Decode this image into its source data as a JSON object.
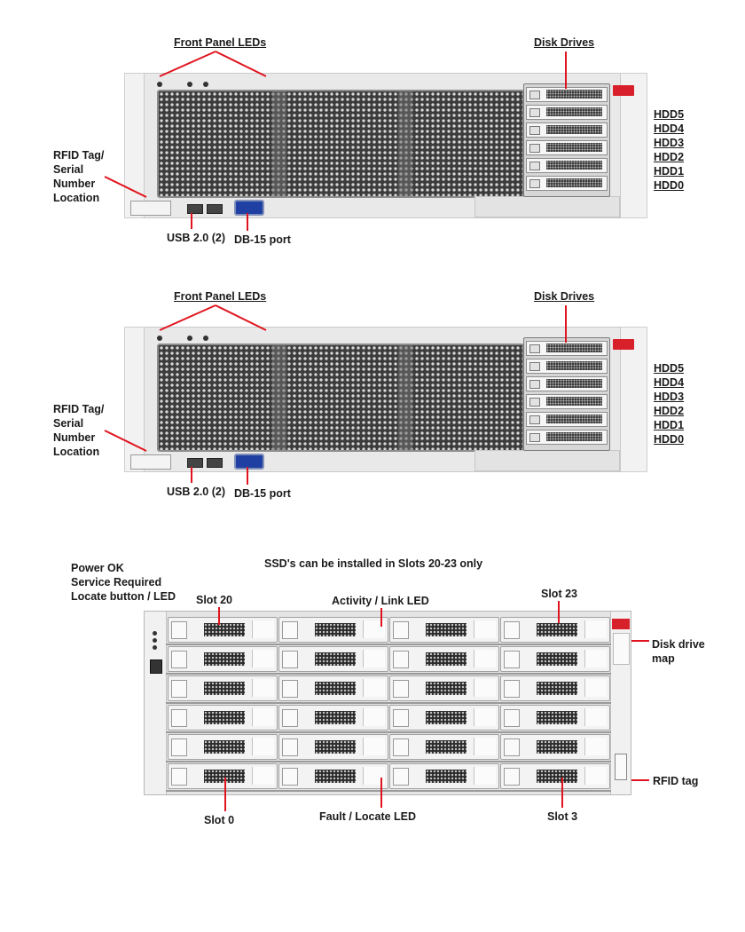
{
  "top_diagram": {
    "front_panel_leds": "Front Panel LEDs",
    "disk_drives": "Disk Drives",
    "hdd_labels": [
      "HDD5",
      "HDD4",
      "HDD3",
      "HDD2",
      "HDD1",
      "HDD0"
    ],
    "rfid_lines": [
      "RFID Tag/",
      "Serial",
      "Number",
      "Location"
    ],
    "usb_label": "USB 2.0 (2)",
    "db15_label": "DB-15 port"
  },
  "middle_diagram": {
    "front_panel_leds": "Front Panel LEDs",
    "disk_drives": "Disk Drives",
    "hdd_labels": [
      "HDD5",
      "HDD4",
      "HDD3",
      "HDD2",
      "HDD1",
      "HDD0"
    ],
    "rfid_lines": [
      "RFID Tag/",
      "Serial",
      "Number",
      "Location"
    ],
    "usb_label": "USB 2.0 (2)",
    "db15_label": "DB-15 port"
  },
  "bottom_diagram": {
    "status_lines": [
      "Power OK",
      "Service Required",
      "Locate button / LED"
    ],
    "ssd_note": "SSD's can be installed in Slots 20-23 only",
    "slot20": "Slot 20",
    "activity_led": "Activity / Link LED",
    "slot23": "Slot 23",
    "disk_drive_map_lines": [
      "Disk drive",
      "map"
    ],
    "rfid_tag": "RFID tag",
    "slot0": "Slot 0",
    "fault_led": "Fault / Locate LED",
    "slot3": "Slot 3"
  },
  "colors": {
    "callout_line": "#e0141e",
    "accent_badge": "#d8202a",
    "vga_port": "#1f3fa3"
  }
}
